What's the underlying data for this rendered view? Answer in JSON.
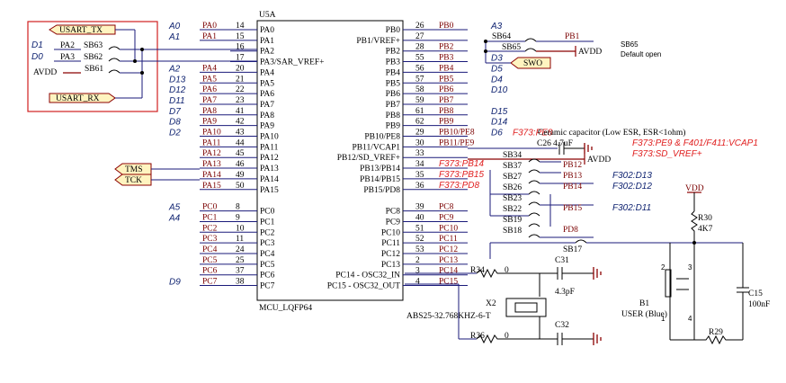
{
  "mcu": {
    "ref": "U5A",
    "part": "MCU_LQFP64",
    "left_pins": [
      {
        "num": "14",
        "name": "PA0",
        "net": "PA0",
        "alias": "A0"
      },
      {
        "num": "15",
        "name": "PA1",
        "net": "PA1",
        "alias": "A1"
      },
      {
        "num": "16",
        "name": "PA2",
        "net": "",
        "alias": ""
      },
      {
        "num": "17",
        "name": "PA3/SAR_VREF+",
        "net": "",
        "alias": ""
      },
      {
        "num": "20",
        "name": "PA4",
        "net": "PA4",
        "alias": "A2"
      },
      {
        "num": "21",
        "name": "PA5",
        "net": "PA5",
        "alias": "D13"
      },
      {
        "num": "22",
        "name": "PA6",
        "net": "PA6",
        "alias": "D12"
      },
      {
        "num": "23",
        "name": "PA7",
        "net": "PA7",
        "alias": "D11"
      },
      {
        "num": "41",
        "name": "PA8",
        "net": "PA8",
        "alias": "D7"
      },
      {
        "num": "42",
        "name": "PA9",
        "net": "PA9",
        "alias": "D8"
      },
      {
        "num": "43",
        "name": "PA10",
        "net": "PA10",
        "alias": "D2"
      },
      {
        "num": "44",
        "name": "PA11",
        "net": "PA11",
        "alias": ""
      },
      {
        "num": "45",
        "name": "PA12",
        "net": "PA12",
        "alias": ""
      },
      {
        "num": "46",
        "name": "PA13",
        "net": "PA13",
        "alias": ""
      },
      {
        "num": "49",
        "name": "PA14",
        "net": "PA14",
        "alias": ""
      },
      {
        "num": "50",
        "name": "PA15",
        "net": "PA15",
        "alias": ""
      },
      {
        "num": "8",
        "name": "PC0",
        "net": "PC0",
        "alias": "A5"
      },
      {
        "num": "9",
        "name": "PC1",
        "net": "PC1",
        "alias": "A4"
      },
      {
        "num": "10",
        "name": "PC2",
        "net": "PC2",
        "alias": ""
      },
      {
        "num": "11",
        "name": "PC3",
        "net": "PC3",
        "alias": ""
      },
      {
        "num": "24",
        "name": "PC4",
        "net": "PC4",
        "alias": ""
      },
      {
        "num": "25",
        "name": "PC5",
        "net": "PC5",
        "alias": ""
      },
      {
        "num": "37",
        "name": "PC6",
        "net": "PC6",
        "alias": ""
      },
      {
        "num": "38",
        "name": "PC7",
        "net": "PC7",
        "alias": "D9"
      }
    ],
    "right_pins": [
      {
        "num": "26",
        "name": "PB0",
        "net": "PB0",
        "alias": "A3",
        "note": ""
      },
      {
        "num": "27",
        "name": "PB1/VREF+",
        "net": "",
        "alias": "",
        "note": ""
      },
      {
        "num": "28",
        "name": "PB2",
        "net": "PB2",
        "alias": "",
        "note": ""
      },
      {
        "num": "55",
        "name": "PB3",
        "net": "PB3",
        "alias": "D3",
        "note": ""
      },
      {
        "num": "56",
        "name": "PB4",
        "net": "PB4",
        "alias": "D5",
        "note": ""
      },
      {
        "num": "57",
        "name": "PB5",
        "net": "PB5",
        "alias": "D4",
        "note": ""
      },
      {
        "num": "58",
        "name": "PB6",
        "net": "PB6",
        "alias": "D10",
        "note": ""
      },
      {
        "num": "59",
        "name": "PB7",
        "net": "PB7",
        "alias": "",
        "note": ""
      },
      {
        "num": "61",
        "name": "PB8",
        "net": "PB8",
        "alias": "D15",
        "note": ""
      },
      {
        "num": "62",
        "name": "PB9",
        "net": "PB9",
        "alias": "D14",
        "note": ""
      },
      {
        "num": "29",
        "name": "PB10/PE8",
        "net": "PB10/PE8",
        "alias": "D6",
        "note": "F373:PE8"
      },
      {
        "num": "30",
        "name": "PB11/VCAP1",
        "net": "PB11/PE9",
        "alias": "",
        "note": ""
      },
      {
        "num": "33",
        "name": "PB12/SD_VREF+",
        "net": "",
        "alias": "",
        "note": ""
      },
      {
        "num": "34",
        "name": "PB13/PB14",
        "net": "F373:PB14",
        "alias": "",
        "note": ""
      },
      {
        "num": "35",
        "name": "PB14/PB15",
        "net": "F373:PB15",
        "alias": "",
        "note": ""
      },
      {
        "num": "36",
        "name": "PB15/PD8",
        "net": "F373:PD8",
        "alias": "",
        "note": ""
      },
      {
        "num": "39",
        "name": "PC8",
        "net": "PC8",
        "alias": "",
        "note": ""
      },
      {
        "num": "40",
        "name": "PC9",
        "net": "PC9",
        "alias": "",
        "note": ""
      },
      {
        "num": "51",
        "name": "PC10",
        "net": "PC10",
        "alias": "",
        "note": ""
      },
      {
        "num": "52",
        "name": "PC11",
        "net": "PC11",
        "alias": "",
        "note": ""
      },
      {
        "num": "53",
        "name": "PC12",
        "net": "PC12",
        "alias": "",
        "note": ""
      },
      {
        "num": "2",
        "name": "PC13",
        "net": "PC13",
        "alias": "",
        "note": ""
      },
      {
        "num": "3",
        "name": "PC14 - OSC32_IN",
        "net": "PC14",
        "alias": "",
        "note": ""
      },
      {
        "num": "4",
        "name": "PC15 - OSC32_OUT",
        "net": "PC15",
        "alias": "",
        "note": ""
      }
    ]
  },
  "usart_box": {
    "tx_label": "USART_TX",
    "rx_label": "USART_RX",
    "d1": "D1",
    "d0": "D0",
    "pa2_net": "PA2",
    "pa3_net": "PA3",
    "sb63": "SB63",
    "sb62": "SB62",
    "sb61": "SB61",
    "avdd": "AVDD"
  },
  "debug": {
    "tms": "TMS",
    "tck": "TCK"
  },
  "right_side": {
    "sb64": "SB64",
    "sb65": "SB65",
    "pb1": "PB1",
    "avdd": "AVDD",
    "swo": "SWO",
    "sb65_note1": "SB65",
    "sb65_note2": "Default open",
    "cap_note": "Ceramic capacitor (Low ESR, ESR<1ohm)",
    "c26": "C26",
    "c26_val": "4.7uF",
    "f373_vcap": "F373:PE9 & F401/F411:VCAP1",
    "f373_sdvref": "F373:SD_VREF+",
    "avdd2": "AVDD",
    "sb34": "SB34",
    "sb37": "SB37",
    "sb27": "SB27",
    "sb26": "SB26",
    "sb23": "SB23",
    "sb22": "SB22",
    "sb19": "SB19",
    "sb18": "SB18",
    "sb17": "SB17",
    "pb12": "PB12",
    "pb13": "PB13",
    "pb14": "PB14",
    "pb15": "PB15",
    "pd8": "PD8",
    "f302_d13": "F302:D13",
    "f302_d12": "F302:D12",
    "f302_d11": "F302:D11",
    "vdd": "VDD",
    "r30": "R30",
    "r30_val": "4K7",
    "r34": "R34",
    "r34_val": "0",
    "r36": "R36",
    "r36_val": "0",
    "c31": "C31",
    "c31_val": "4.3pF",
    "c32": "C32",
    "x2": "X2",
    "x2_part": "ABS25-32.768KHZ-6-T",
    "b1": "B1",
    "b1_name": "USER (Blue)",
    "c15": "C15",
    "c15_val": "100nF",
    "r29": "R29"
  }
}
